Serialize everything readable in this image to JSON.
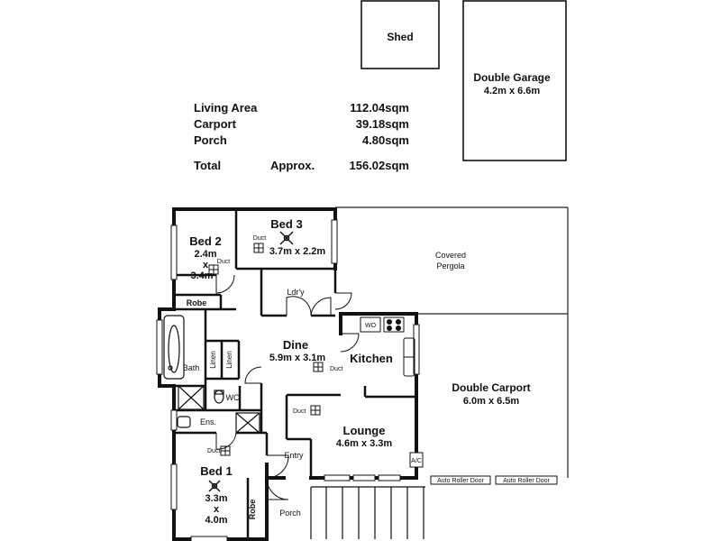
{
  "outbuildings": {
    "shed": "Shed",
    "garage_name": "Double Garage",
    "garage_size": "4.2m x 6.6m"
  },
  "areas": {
    "rows": [
      {
        "label": "Living Area",
        "value": "112.04sqm"
      },
      {
        "label": "Carport",
        "value": "39.18sqm"
      },
      {
        "label": "Porch",
        "value": "4.80sqm"
      }
    ],
    "total": {
      "label": "Total",
      "note": "Approx.",
      "value": "156.02sqm"
    }
  },
  "rooms": {
    "bed2_name": "Bed 2",
    "bed2_w": "2.4m",
    "bed2_x": "x",
    "bed2_h": "3.4m",
    "bed3_name": "Bed 3",
    "bed3_size": "3.7m x 2.2m",
    "duct": "Duct",
    "robe": "Robe",
    "laundry": "Ldr'y",
    "dine_name": "Dine",
    "dine_size": "5.9m x 3.1m",
    "kitchen": "Kitchen",
    "wo": "WO",
    "linen": "Linen",
    "bath": "Bath",
    "wc": "WC",
    "ens": "Ens.",
    "lounge_name": "Lounge",
    "lounge_size": "4.6m x 3.3m",
    "entry": "Entry",
    "porch": "Porch",
    "bed1_name": "Bed 1",
    "bed1_w": "3.3m",
    "bed1_x": "x",
    "bed1_h": "4.0m",
    "ac": "A/C",
    "pergola_line1": "Covered",
    "pergola_line2": "Pergola",
    "carport_name": "Double Carport",
    "carport_size": "6.0m x 6.5m",
    "roller_door": "Auto Roller Door"
  }
}
